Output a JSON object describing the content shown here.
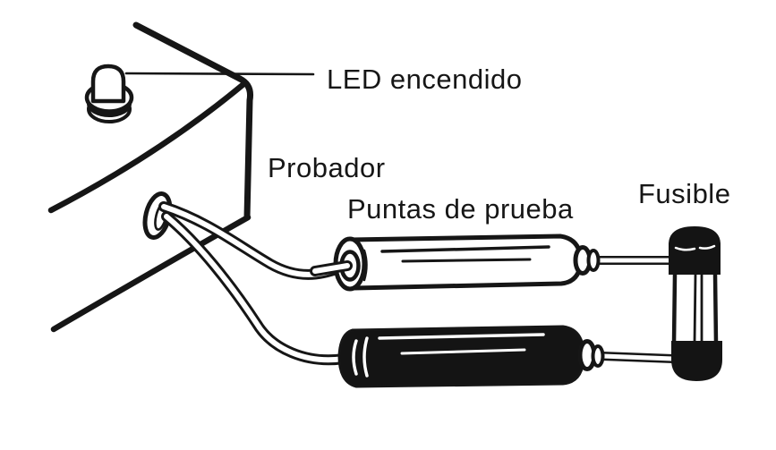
{
  "figure": {
    "title_context": "fuse tester illustration",
    "background_color": "#ffffff",
    "ink_color": "#161616",
    "labels": {
      "led": "LED encendido",
      "tester": "Probador",
      "probes": "Puntas de prueba",
      "fuse": "Fusible"
    },
    "parts": [
      "tester-box",
      "led-indicator",
      "led-leader-line",
      "cable-grommet",
      "test-lead-wire-top",
      "test-lead-wire-bottom",
      "white-probe",
      "black-probe",
      "fuse-cartridge"
    ]
  }
}
